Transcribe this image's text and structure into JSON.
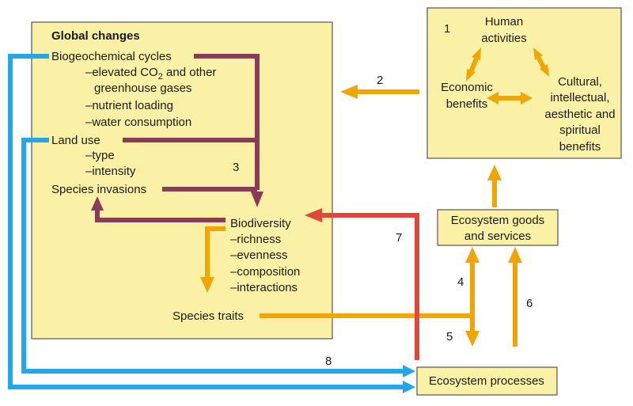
{
  "global_changes": {
    "title": "Global changes",
    "biogeochem": "Biogeochemical cycles",
    "co2_pre": "–elevated CO",
    "co2_sub": "2",
    "co2_post": " and other",
    "greenhouse": "greenhouse gases",
    "nutrient": "–nutrient loading",
    "water": "–water consumption",
    "land_use": "Land use",
    "type": "–type",
    "intensity": "–intensity",
    "invasions": "Species invasions",
    "biodiversity": "Biodiversity",
    "richness": "–richness",
    "evenness": "–evenness",
    "composition": "–composition",
    "interactions": "–interactions",
    "traits": "Species traits"
  },
  "human_box": {
    "human1": "Human",
    "human2": "activities",
    "econ1": "Economic",
    "econ2": "benefits",
    "cult1": "Cultural,",
    "cult2": "intellectual,",
    "cult3": "aesthetic and",
    "cult4": "spiritual",
    "cult5": "benefits"
  },
  "goods_box": {
    "line1": "Ecosystem goods",
    "line2": "and services"
  },
  "processes_box": {
    "label": "Ecosystem processes"
  },
  "numbers": {
    "n1": "1",
    "n2": "2",
    "n3": "3",
    "n4": "4",
    "n5": "5",
    "n6": "6",
    "n7": "7",
    "n8": "8"
  },
  "colors": {
    "box_fill": "#fbf1a6",
    "purple_arrow": "#8a3a5a",
    "orange_arrow": "#f0a500",
    "red_arrow": "#e0473c",
    "blue_arrow": "#22a7e8"
  }
}
